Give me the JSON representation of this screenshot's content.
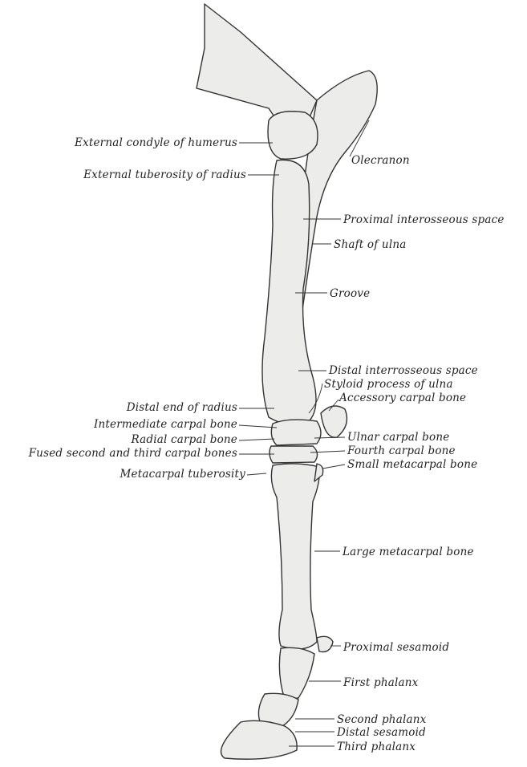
{
  "figure": {
    "left_labels": [
      "External condyle of humerus",
      "External tuberosity of radius",
      "Distal end of radius",
      "Intermediate carpal bone",
      "Radial carpal bone",
      "Fused second and third carpal bones",
      "Metacarpal tuberosity"
    ],
    "right_labels": [
      "Olecranon",
      "Proximal interosseous space",
      "Shaft of ulna",
      "Groove",
      "Distal interrosseous space",
      "Styloid process of ulna",
      "Accessory carpal bone",
      "Ulnar carpal bone",
      "Fourth carpal bone",
      "Small metacarpal bone",
      "Large metacarpal bone",
      "Proximal sesamoid",
      "First phalanx",
      "Second phalanx",
      "Distal sesamoid",
      "Third phalanx"
    ]
  }
}
